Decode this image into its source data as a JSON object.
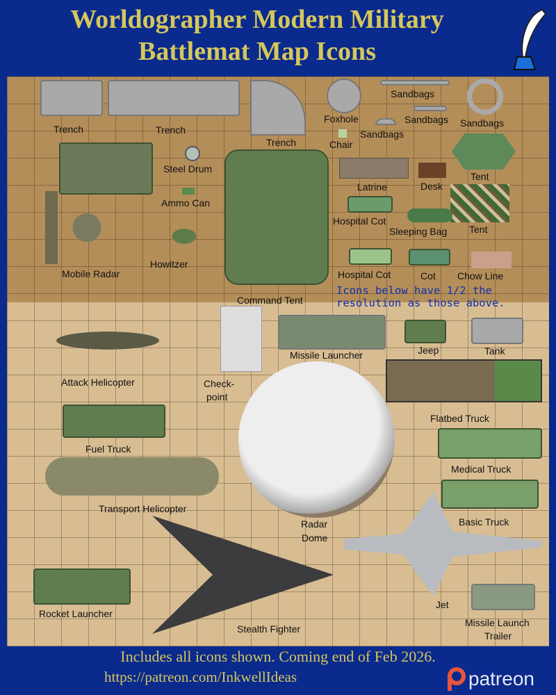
{
  "title": {
    "line1": "Worldographer Modern Military",
    "line2": "Battlemat Map Icons"
  },
  "labels_upper": [
    "Trench",
    "Trench",
    "Trench",
    "Foxhole",
    "Sandbags",
    "Sandbags",
    "Sandbags",
    "Sandbags",
    "Chair",
    "Steel Drum",
    "Ammo Can",
    "Latrine",
    "Desk",
    "Tent",
    "Tent",
    "Hospital Cot",
    "Sleeping Bag",
    "Hospital Cot",
    "Cot",
    "Chow Line",
    "Mobile Radar",
    "Howitzer",
    "Command Tent"
  ],
  "note": {
    "line1": "Icons below have 1/2 the",
    "line2": "resolution as those above."
  },
  "labels_lower": [
    "Attack Helicopter",
    "Check-",
    "point",
    "Missile Launcher",
    "Jeep",
    "Tank",
    "Flatbed Truck",
    "Fuel Truck",
    "Medical Truck",
    "Transport Helicopter",
    "Radar",
    "Dome",
    "Basic Truck",
    "Jet",
    "Rocket Launcher",
    "Stealth Fighter",
    "Missile Launch",
    "Trailer"
  ],
  "footer": {
    "line1": "Includes all icons shown. Coming end of Feb 2026.",
    "url": "https://patreon.com/InkwellIdeas",
    "brand": "patreon"
  },
  "colors": {
    "background": "#0a2a8e",
    "title": "#d6c75a",
    "note": "#1030b0",
    "patreon": "#e8553c"
  }
}
